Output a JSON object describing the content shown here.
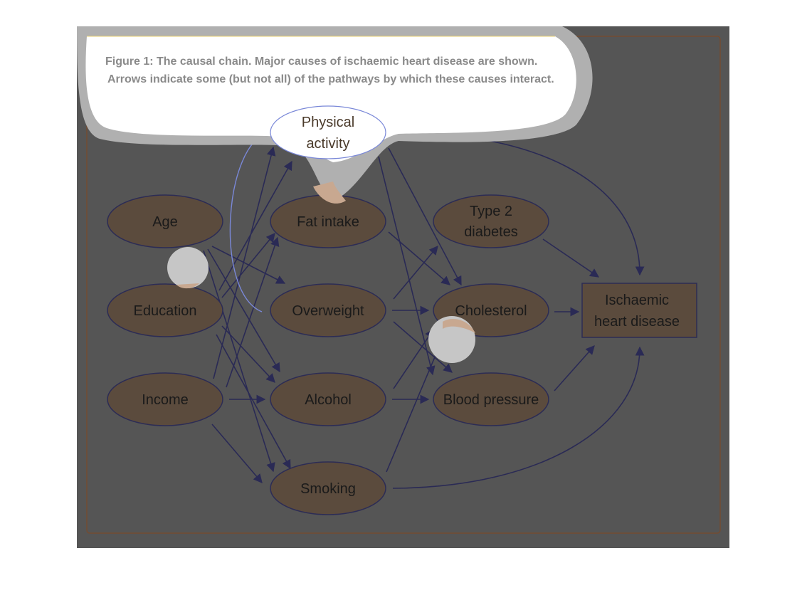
{
  "caption": {
    "line1": "Figure 1: The causal chain. Major causes of ischaemic heart disease are shown.",
    "line2": "Arrows indicate some (but not all) of the pathways by which these causes interact."
  },
  "nodes": {
    "age": "Age",
    "education": "Education",
    "income": "Income",
    "physical_activity_1": "Physical",
    "physical_activity_2": "activity",
    "fat_intake": "Fat intake",
    "overweight": "Overweight",
    "alcohol": "Alcohol",
    "smoking": "Smoking",
    "type2_1": "Type 2",
    "type2_2": "diabetes",
    "cholesterol": "Cholesterol",
    "blood_pressure": "Blood pressure",
    "ihd_1": "Ischaemic",
    "ihd_2": "heart disease"
  },
  "colors": {
    "panel": "#555555",
    "node_fill": "#5b4b3d",
    "node_stroke": "#2c2c55",
    "edge": "#2a2a55",
    "border": "#7a4a2a"
  }
}
